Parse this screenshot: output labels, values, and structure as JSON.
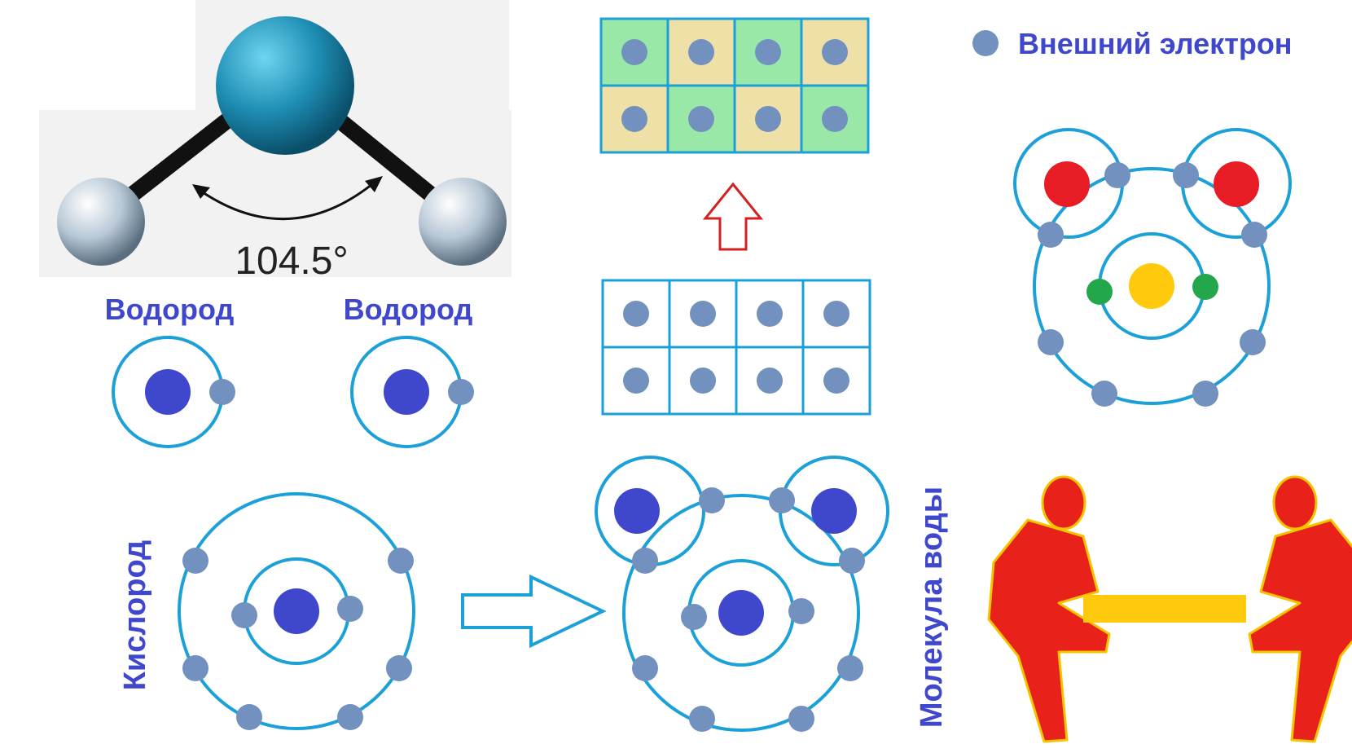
{
  "labels": {
    "legend": "Внешний электрон",
    "hydrogen_left": "Водород",
    "hydrogen_right": "Водород",
    "oxygen": "Кислород",
    "water_molecule": "Молекула воды",
    "bond_angle": "104.5°"
  },
  "colors": {
    "orbit": "#1ba0d8",
    "electron": "#7291bf",
    "nucleus": "#3f48cc",
    "label": "#3f48cc",
    "hydrogen_red": "#e81c24",
    "oxygen_yellow": "#ffc90e",
    "inner_green": "#22a84a",
    "grid_green": "#99e8a8",
    "grid_tan": "#efe0a8",
    "figure_red": "#e8221a",
    "figure_outline": "#f5c400",
    "arrow_red": "#d42020",
    "model_oxygen": "#1f8fb5",
    "model_hydrogen": "#b8c8d6"
  },
  "grids": {
    "colored_pattern": [
      "green",
      "tan",
      "green",
      "tan",
      "tan",
      "green",
      "tan",
      "green"
    ]
  },
  "icons": {
    "legend": "electron-dot-icon",
    "arrow_up": "up-arrow-icon",
    "arrow_right": "right-arrow-icon",
    "people": "two-people-sharing-icon"
  }
}
